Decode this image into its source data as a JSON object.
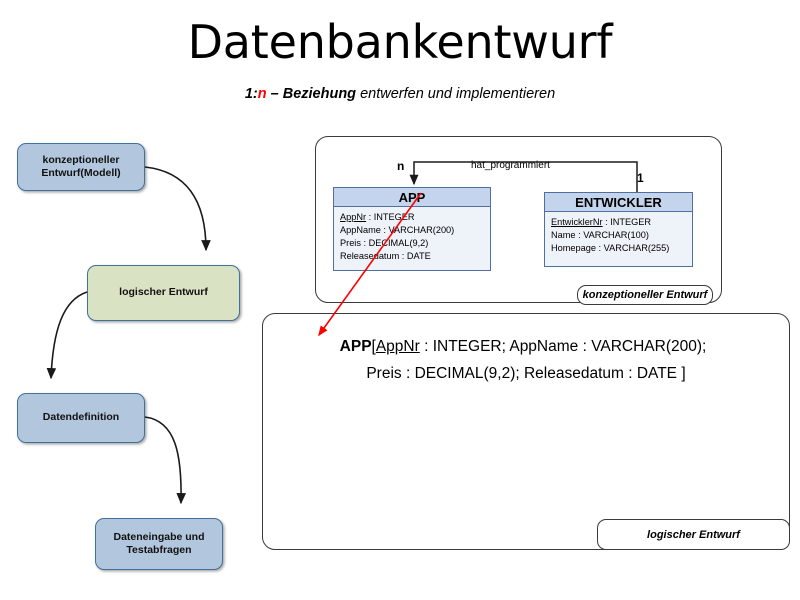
{
  "title": "Datenbankentwurf",
  "subtitle": {
    "prefix": "1:",
    "n": "n",
    "bold_rest": " – Beziehung",
    "italic_rest": " entwerfen und implementieren"
  },
  "flow": {
    "items": [
      {
        "label": "konzeptioneller\nEntwurf(Modell)",
        "color": "#b2c6de"
      },
      {
        "label": "logischer Entwurf",
        "color": "#d9e3c4"
      },
      {
        "label": "Datendefinition",
        "color": "#b2c6de"
      },
      {
        "label": "Dateneingabe und\nTestabfragen",
        "color": "#b2c6de"
      }
    ]
  },
  "er_panel": {
    "tab_label": "konzeptioneller Entwurf",
    "relationship": {
      "label": "hat_programmiert",
      "cardinality_left": "n",
      "cardinality_right": "1"
    },
    "entities": [
      {
        "name": "APP",
        "attributes": [
          {
            "field": "AppNr",
            "type": "INTEGER",
            "pk": true
          },
          {
            "field": "AppName",
            "type": "VARCHAR(200)",
            "pk": false
          },
          {
            "field": "Preis",
            "type": "DECIMAL(9,2)",
            "pk": false
          },
          {
            "field": "Releasedatum",
            "type": "DATE",
            "pk": false
          }
        ]
      },
      {
        "name": "ENTWICKLER",
        "attributes": [
          {
            "field": "EntwicklerNr",
            "type": "INTEGER",
            "pk": true
          },
          {
            "field": "Name",
            "type": "VARCHAR(100)",
            "pk": false
          },
          {
            "field": "Homepage",
            "type": "VARCHAR(255)",
            "pk": false
          }
        ]
      }
    ]
  },
  "logical_panel": {
    "tab_label": "logischer Entwurf",
    "relation_name": "APP",
    "open_bracket": "[",
    "pk_field": "AppNr",
    "line1_rest": " : INTEGER; AppName : VARCHAR(200);",
    "line2": "Preis : DECIMAL(9,2); Releasedatum : DATE ]"
  },
  "colors": {
    "flow_blue": "#b2c6de",
    "flow_green": "#d9e3c4",
    "entity_header": "#c4d4ec",
    "entity_body": "#eef2f9",
    "accent_red": "#ff0000",
    "outline": "#3a3a3a"
  }
}
